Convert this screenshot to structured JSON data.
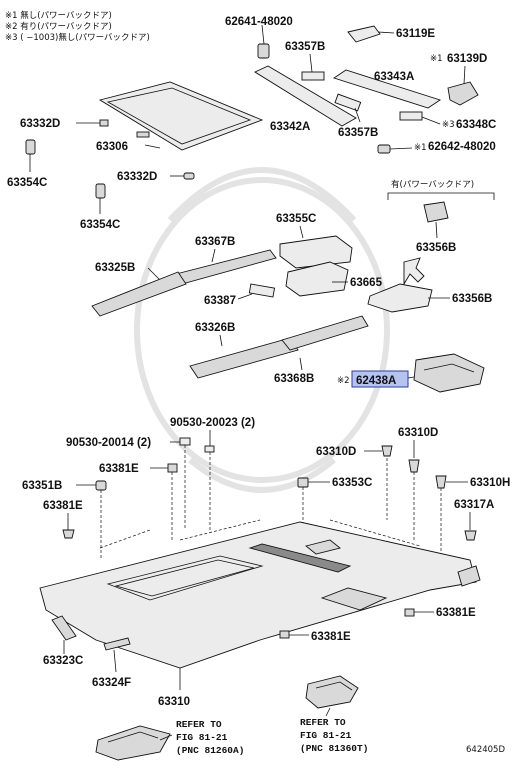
{
  "notes": [
    "※1 無し(パワーバックドア)",
    "※2 有り(パワーバックドア)",
    "※3 (        −1003)無し(パワーバックドア)"
  ],
  "option_heading": "有(パワーバックドア)",
  "labels": {
    "p62641_48020": "62641-48020",
    "p63119e": "63119E",
    "p63357b_a": "63357B",
    "p63139d": "63139D",
    "p63343a": "63343A",
    "p63332d_a": "63332D",
    "p63342a": "63342A",
    "p63306": "63306",
    "p63357b_b": "63357B",
    "p63348c": "63348C",
    "p62642_48020": "62642-48020",
    "p63354c_a": "63354C",
    "p63332d_b": "63332D",
    "p63354c_b": "63354C",
    "p63355c": "63355C",
    "p63356b_a": "63356B",
    "p63367b": "63367B",
    "p63325b": "63325B",
    "p63665": "63665",
    "p63356b_b": "63356B",
    "p63387": "63387",
    "p63326b": "63326B",
    "p63368b": "63368B",
    "p62438a": "62438A",
    "p90530_20023": "90530-20023 (2)",
    "p90530_20014": "90530-20014 (2)",
    "p63310d_a": "63310D",
    "p63310d_b": "63310D",
    "p63381e_a": "63381E",
    "p63351b": "63351B",
    "p63353c": "63353C",
    "p63310h": "63310H",
    "p63381e_b": "63381E",
    "p63317a": "63317A",
    "p63381e_c": "63381E",
    "p63381e_d": "63381E",
    "p63323c": "63323C",
    "p63324f": "63324F",
    "p63310": "63310"
  },
  "markers": {
    "m1_a": "※1",
    "m3": "※3",
    "m1_b": "※1",
    "m2": "※2"
  },
  "refs": {
    "left": [
      "REFER TO",
      "FIG 81-21",
      "(PNC 81260A)"
    ],
    "right": [
      "REFER TO",
      "FIG 81-21",
      "(PNC 81360T)"
    ]
  },
  "diagram_code": "642405D",
  "colors": {
    "highlight": "#b7c3ef",
    "highlight_border": "#2a3fa8"
  }
}
